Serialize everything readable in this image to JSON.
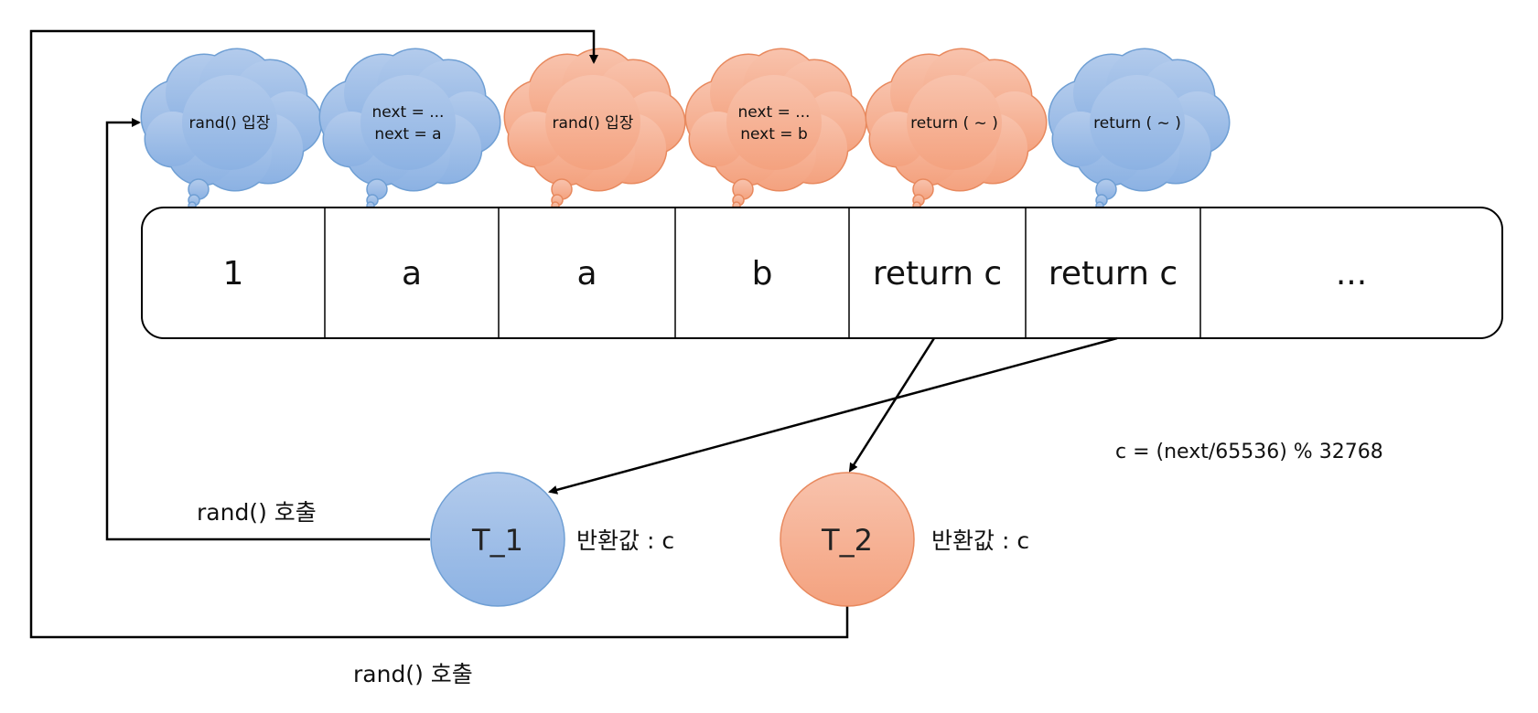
{
  "clouds": [
    {
      "lines": [
        "rand() 입장"
      ],
      "color": "blue"
    },
    {
      "lines": [
        "next = ...",
        "next = a"
      ],
      "color": "blue"
    },
    {
      "lines": [
        "rand() 입장"
      ],
      "color": "orange"
    },
    {
      "lines": [
        "next = ...",
        "next = b"
      ],
      "color": "orange"
    },
    {
      "lines": [
        "return ( ~ )"
      ],
      "color": "orange"
    },
    {
      "lines": [
        "return ( ~ )"
      ],
      "color": "blue"
    }
  ],
  "cells": [
    "1",
    "a",
    "a",
    "b",
    "return c",
    "return c",
    "..."
  ],
  "threads": [
    {
      "label": "T_1",
      "color": "blue",
      "return_label": "반환값 : c"
    },
    {
      "label": "T_2",
      "color": "orange",
      "return_label": "반환값 : c"
    }
  ],
  "call_labels": {
    "t1": "rand() 호출",
    "t2": "rand() 호출"
  },
  "formula": "c = (next/65536) % 32768",
  "colors": {
    "blue_top": "#b3cbec",
    "blue_bottom": "#8cb2e3",
    "blue_stroke": "#6f9fd4",
    "orange_top": "#f8c3ad",
    "orange_bottom": "#f4a27f",
    "orange_stroke": "#e8895e",
    "line": "#000000"
  }
}
